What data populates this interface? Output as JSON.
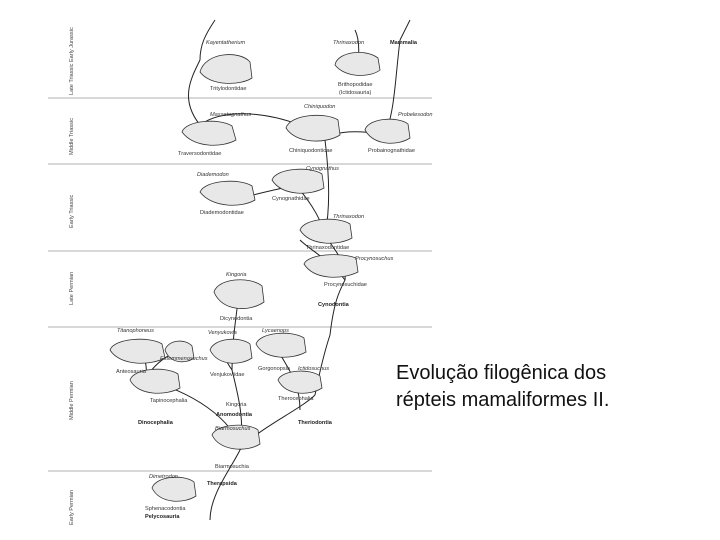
{
  "caption": {
    "line1": "Evolução filogênica dos",
    "line2": "répteis mamaliformes II."
  },
  "periods": [
    {
      "label": "Late Triassic Early Jurassic"
    },
    {
      "label": "Middle Triassic"
    },
    {
      "label": "Early Triassic"
    },
    {
      "label": "Late Permian"
    },
    {
      "label": "Middle Permian"
    },
    {
      "label": "Early Permian"
    }
  ],
  "taxa": {
    "kayentatherium": "Kayentatherium",
    "tritylodontidae": "Tritylodontidae",
    "thrinaxodon_top": "Thrinaxodon",
    "mammalia": "Mammalia",
    "brithopodidae": "Brithopodidae",
    "ictidosauria": "(Ictidosauria)",
    "massetognathus": "Massetognathus",
    "traversodontidae": "Traversodontidae",
    "chiniquodon": "Chiniquodon",
    "chiniquodontidae": "Chiniquodontidae",
    "probelesodon": "Probelesodon",
    "probainognathidae": "Probainognathidae",
    "diademodon": "Diademodon",
    "diademodontidae": "Diademodontidae",
    "cynognathus": "Cynognathus",
    "cynognathidae": "Cynognathidae",
    "thrinaxodon": "Thrinaxodon",
    "thrinaxodontidae": "Thrinaxodontidae",
    "procynosuchus": "Procynosuchus",
    "procynosuchidae": "Procynosuchidae",
    "kingoria_top": "Kingoria",
    "cynodontia": "Cynodontia",
    "dicynodontia": "Dicynodontia",
    "titanophoneus": "Titanophoneus",
    "venyukovia": "Venyukovia",
    "lycaenops": "Lycaenops",
    "anteosauria": "Anteosauria",
    "tapinocephalia": "Tapinocephalia",
    "dinocephalia": "Dinocephalia",
    "estemmenosuchus": "Estemmenosuchus",
    "venjukoviidae": "Venjukoviidae",
    "kingoria": "Kingoria",
    "anomodontia": "Anomodontia",
    "gorgonopsia": "Gorgonopsia",
    "ictidosuchus": "Ictidosuchus",
    "therocephalia": "Therocephalia",
    "theriodontia": "Theriodontia",
    "biarmosuchus": "Biarmosuchus",
    "biarmosuchia": "Biarmosuchia",
    "dimetrodon": "Dimetrodon",
    "therapsida": "Therapsida",
    "sphenacodontia": "Sphenacodontia",
    "pelycosauria": "Pelycosauria"
  }
}
